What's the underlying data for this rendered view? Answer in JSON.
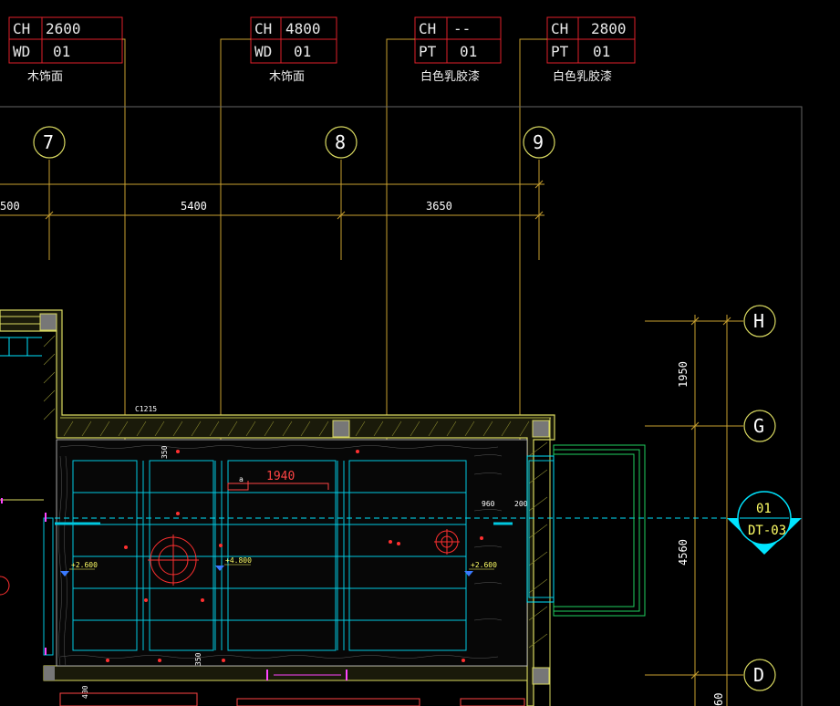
{
  "tags": [
    {
      "row1_key": "CH",
      "row1_val": "2600",
      "row2_key": "WD",
      "row2_val": "01",
      "material": "木饰面"
    },
    {
      "row1_key": "CH",
      "row1_val": "4800",
      "row2_key": "WD",
      "row2_val": "01",
      "material": "木饰面"
    },
    {
      "row1_key": "CH",
      "row1_val": "--",
      "row2_key": "PT",
      "row2_val": "01",
      "material": "白色乳胶漆"
    },
    {
      "row1_key": "CH",
      "row1_val": "2800",
      "row2_key": "PT",
      "row2_val": "01",
      "material": "白色乳胶漆"
    }
  ],
  "grid_columns": [
    "7",
    "8",
    "9"
  ],
  "grid_rows": [
    "H",
    "G",
    "D"
  ],
  "top_dims": [
    "500",
    "5400",
    "3650"
  ],
  "right_dims": [
    "1950",
    "4560",
    "60"
  ],
  "room_labels": {
    "wall_tag": "C1215",
    "d350_top": "350",
    "d1940": "1940",
    "d960": "960",
    "d200": "200",
    "d350_bottom": "350",
    "d400": "400",
    "lvl_left": "+2.600",
    "lvl_mid": "+4.800",
    "lvl_right": "+2.600",
    "mark_a": "a"
  },
  "section_marker": {
    "number": "01",
    "sheet": "DT-03"
  },
  "colors": {
    "tag_border": "#e0202a",
    "dim_line": "#c8a030",
    "cyan": "#00e5ff",
    "wall": "#d8d860",
    "green": "#20d060"
  }
}
